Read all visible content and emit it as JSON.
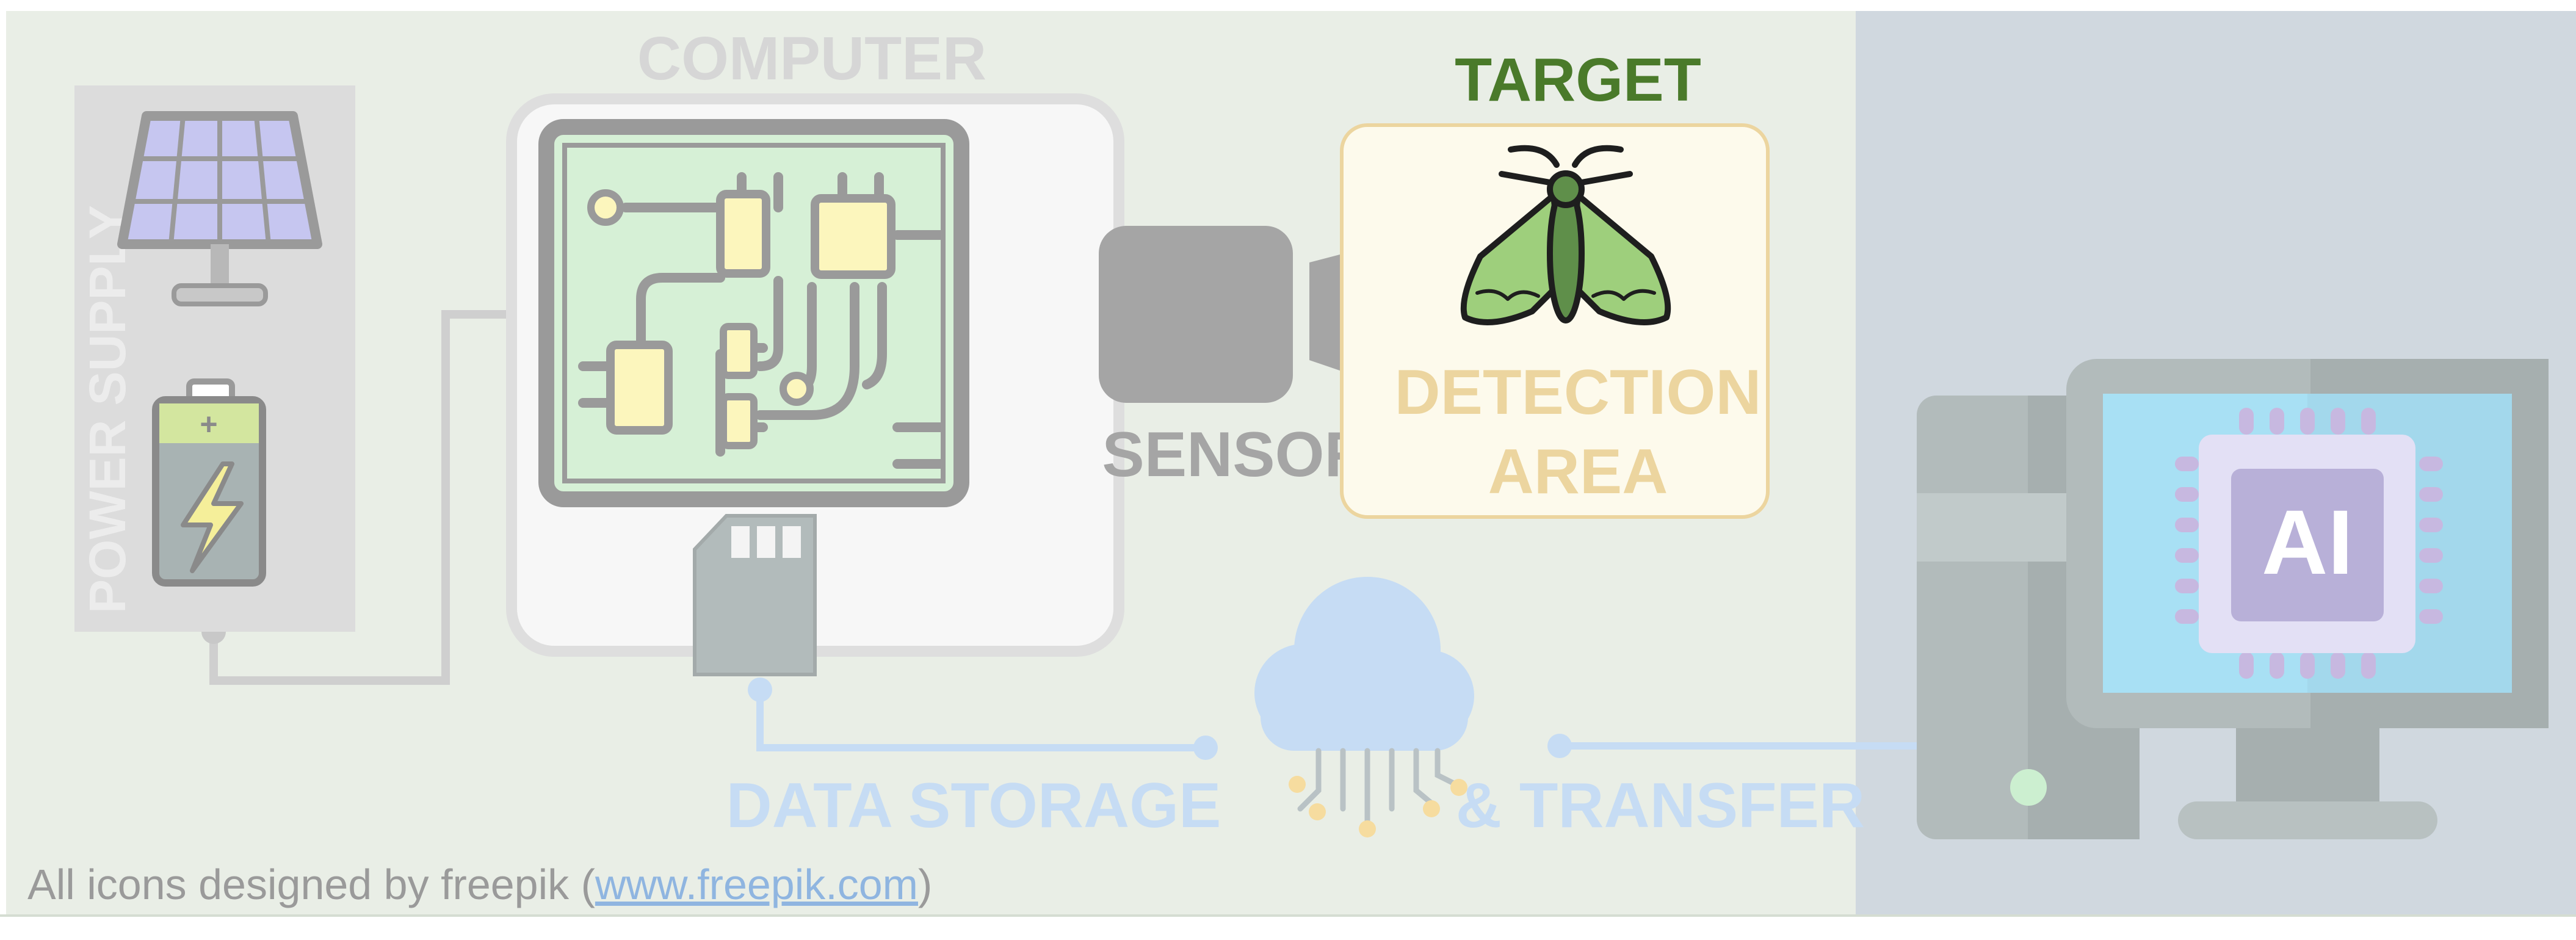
{
  "labels": {
    "computer": "COMPUTER",
    "target": "TARGET",
    "power_supply": "POWER SUPPLY",
    "sensor": "SENSOR",
    "detection_line1": "DETECTION",
    "detection_line2": "AREA",
    "data_storage": "DATA STORAGE",
    "transfer": "& TRANSFER",
    "ai_chip": "AI"
  },
  "credit": {
    "prefix": "All icons designed by freepik (",
    "link": "www.freepik.com",
    "suffix": ")"
  },
  "icons": [
    "solar-panel-icon",
    "battery-icon",
    "circuit-board-icon",
    "sd-card-icon",
    "camera-sensor-icon",
    "moth-icon",
    "cloud-icon",
    "desktop-computer-icon",
    "ai-chip-icon"
  ],
  "colors": {
    "background_left": "#e9eee6",
    "background_right": "#d0d8df",
    "target_green": "#4a7a2a",
    "detection_text": "#ecd59f",
    "data_blue": "#c6dcf4",
    "muted_gray": "#a5a5a5"
  }
}
